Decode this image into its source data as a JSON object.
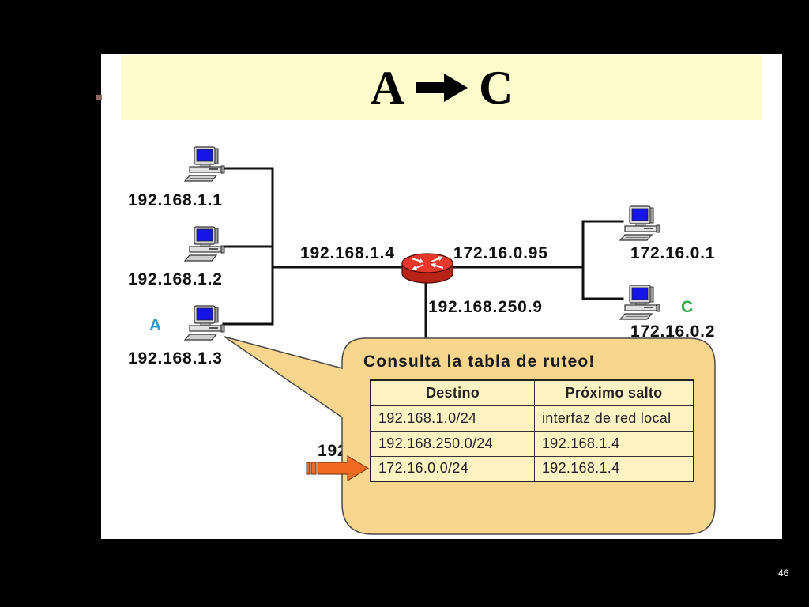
{
  "slide": {
    "title_left": "A",
    "title_icon": "arrow-right-icon",
    "title_right": "C",
    "page_number": "46"
  },
  "network": {
    "host_icon": "computer-icon",
    "left_hosts": [
      {
        "ip": "192.168.1.1"
      },
      {
        "ip": "192.168.1.2"
      },
      {
        "ip": "192.168.1.3",
        "name": "A"
      }
    ],
    "router": {
      "icon": "router-icon",
      "left_ip": "192.168.1.4",
      "right_ip": "172.16.0.95",
      "bottom_ip": "192.168.250.9"
    },
    "right_hosts": [
      {
        "ip": "172.16.0.1"
      },
      {
        "ip": "172.16.0.2",
        "name": "C"
      }
    ],
    "obscured_label": "192"
  },
  "callout": {
    "heading": "Consulta la tabla de ruteo!",
    "pointer_icon": "arrow-pointer-icon",
    "table": {
      "headers": [
        "Destino",
        "Próximo salto"
      ],
      "rows": [
        [
          "192.168.1.0/24",
          "interfaz de red local"
        ],
        [
          "192.168.250.0/24",
          "192.168.1.4"
        ],
        [
          "172.16.0.0/24",
          "192.168.1.4"
        ]
      ],
      "pointed_row": 3
    }
  },
  "colors": {
    "background": "#000000",
    "panel": "#FFFFFF",
    "title_band": "#FFFBCC",
    "text": "#111111",
    "label_a": "#2A9AD6",
    "label_c": "#35A84A",
    "router": "#E8372B",
    "callout_fill": "#F9D68E",
    "table_fill": "#FFF3C4",
    "pointer_arrow": "#F26A22"
  }
}
